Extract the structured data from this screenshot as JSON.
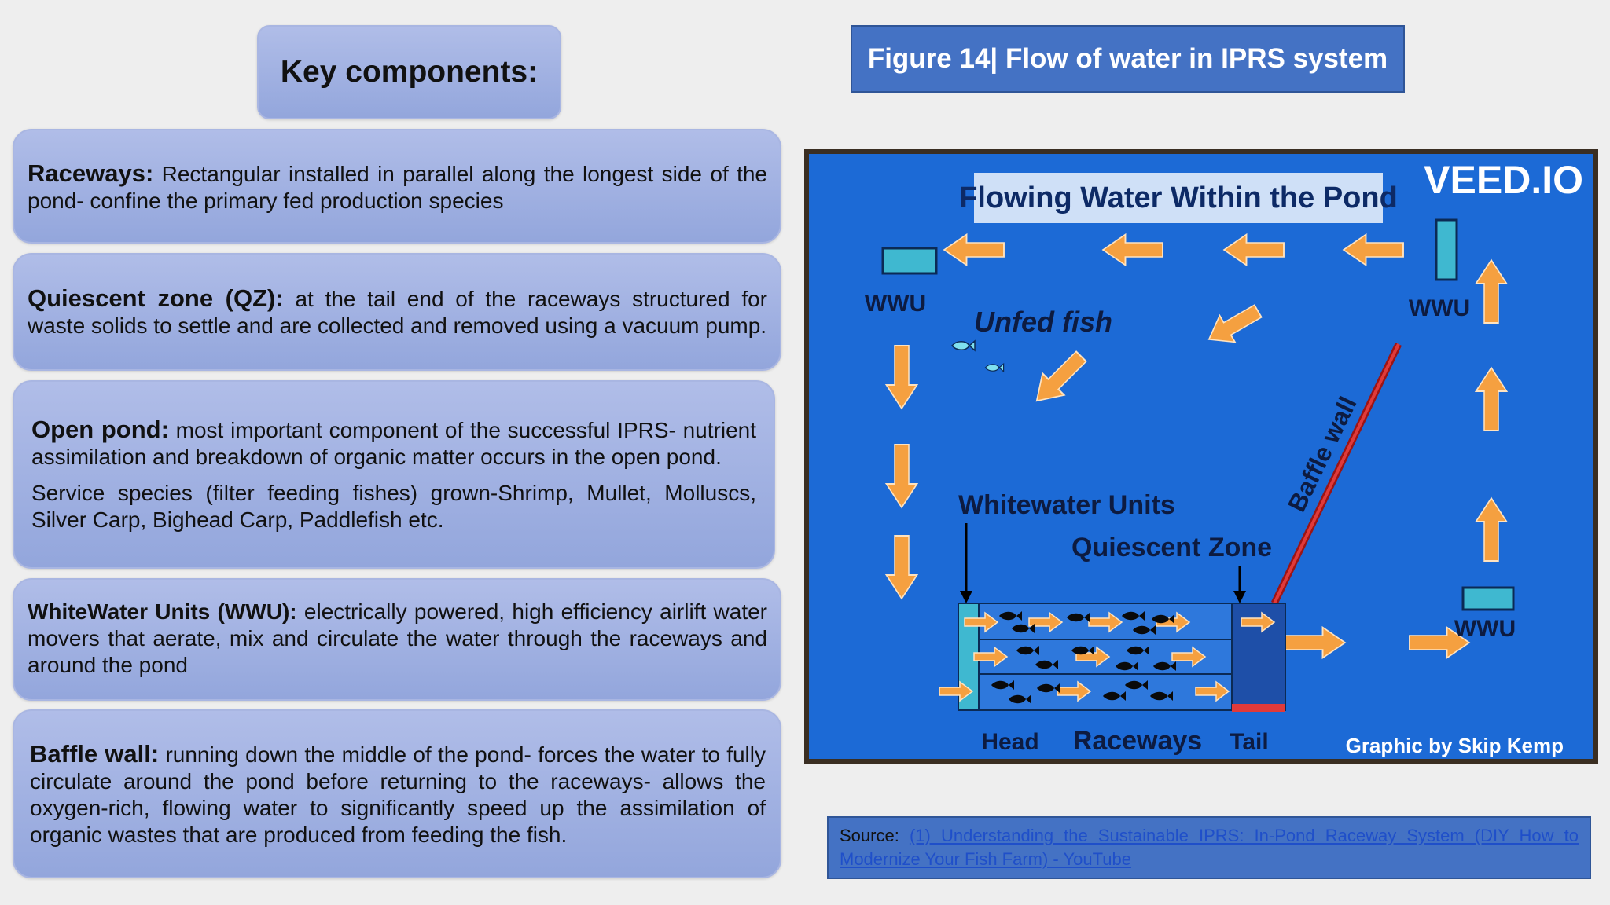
{
  "key_components": {
    "title": "Key components:",
    "raceways": {
      "term": "Raceways:",
      "text": "Rectangular installed in parallel along the longest side of the pond- confine the primary fed production species"
    },
    "quiescent": {
      "term": "Quiescent zone (QZ):",
      "text": "at the tail end of the raceways structured for waste solids to settle and are collected and removed using a vacuum pump."
    },
    "open_pond": {
      "term": "Open pond:",
      "text": "most important component of the successful IPRS- nutrient assimilation and breakdown of organic matter occurs in the open pond.",
      "text2": "Service species (filter  feeding fishes) grown-Shrimp, Mullet, Molluscs, Silver Carp, Bighead Carp, Paddlefish etc."
    },
    "wwu": {
      "term": "WhiteWater Units (WWU):",
      "text": "electrically powered, high efficiency airlift water movers that aerate, mix and circulate the water through the raceways and around the pond"
    },
    "baffle": {
      "term": "Baffle wall:",
      "text": "running down the middle of the pond- forces the water to fully circulate around the pond before returning to the raceways- allows the oxygen-rich, flowing water to significantly speed up the assimilation of organic wastes that are produced from feeding the fish."
    }
  },
  "figure": {
    "title": "Figure 14| Flow of water in IPRS system",
    "diagram": {
      "banner": "Flowing Water Within the Pond",
      "watermark": "VEED.IO",
      "wwu_label": "WWU",
      "unfed_fish": "Unfed fish",
      "baffle_wall": "Baffle wall",
      "whitewater_units": "Whitewater Units",
      "quiescent_zone": "Quiescent Zone",
      "head": "Head",
      "raceways": "Raceways",
      "tail": "Tail",
      "credit": "Graphic by Skip Kemp"
    }
  },
  "source": {
    "label": "Source:",
    "link_text": "(1) Understanding the Sustainable IPRS: In-Pond Raceway System (DIY How to Modernize Your Fish Farm) - YouTube"
  },
  "colors": {
    "panel": "#a3b3e3",
    "figure_title_bg": "#4472c4",
    "pond": "#1c6ad6",
    "arrow": "#f5a040"
  }
}
